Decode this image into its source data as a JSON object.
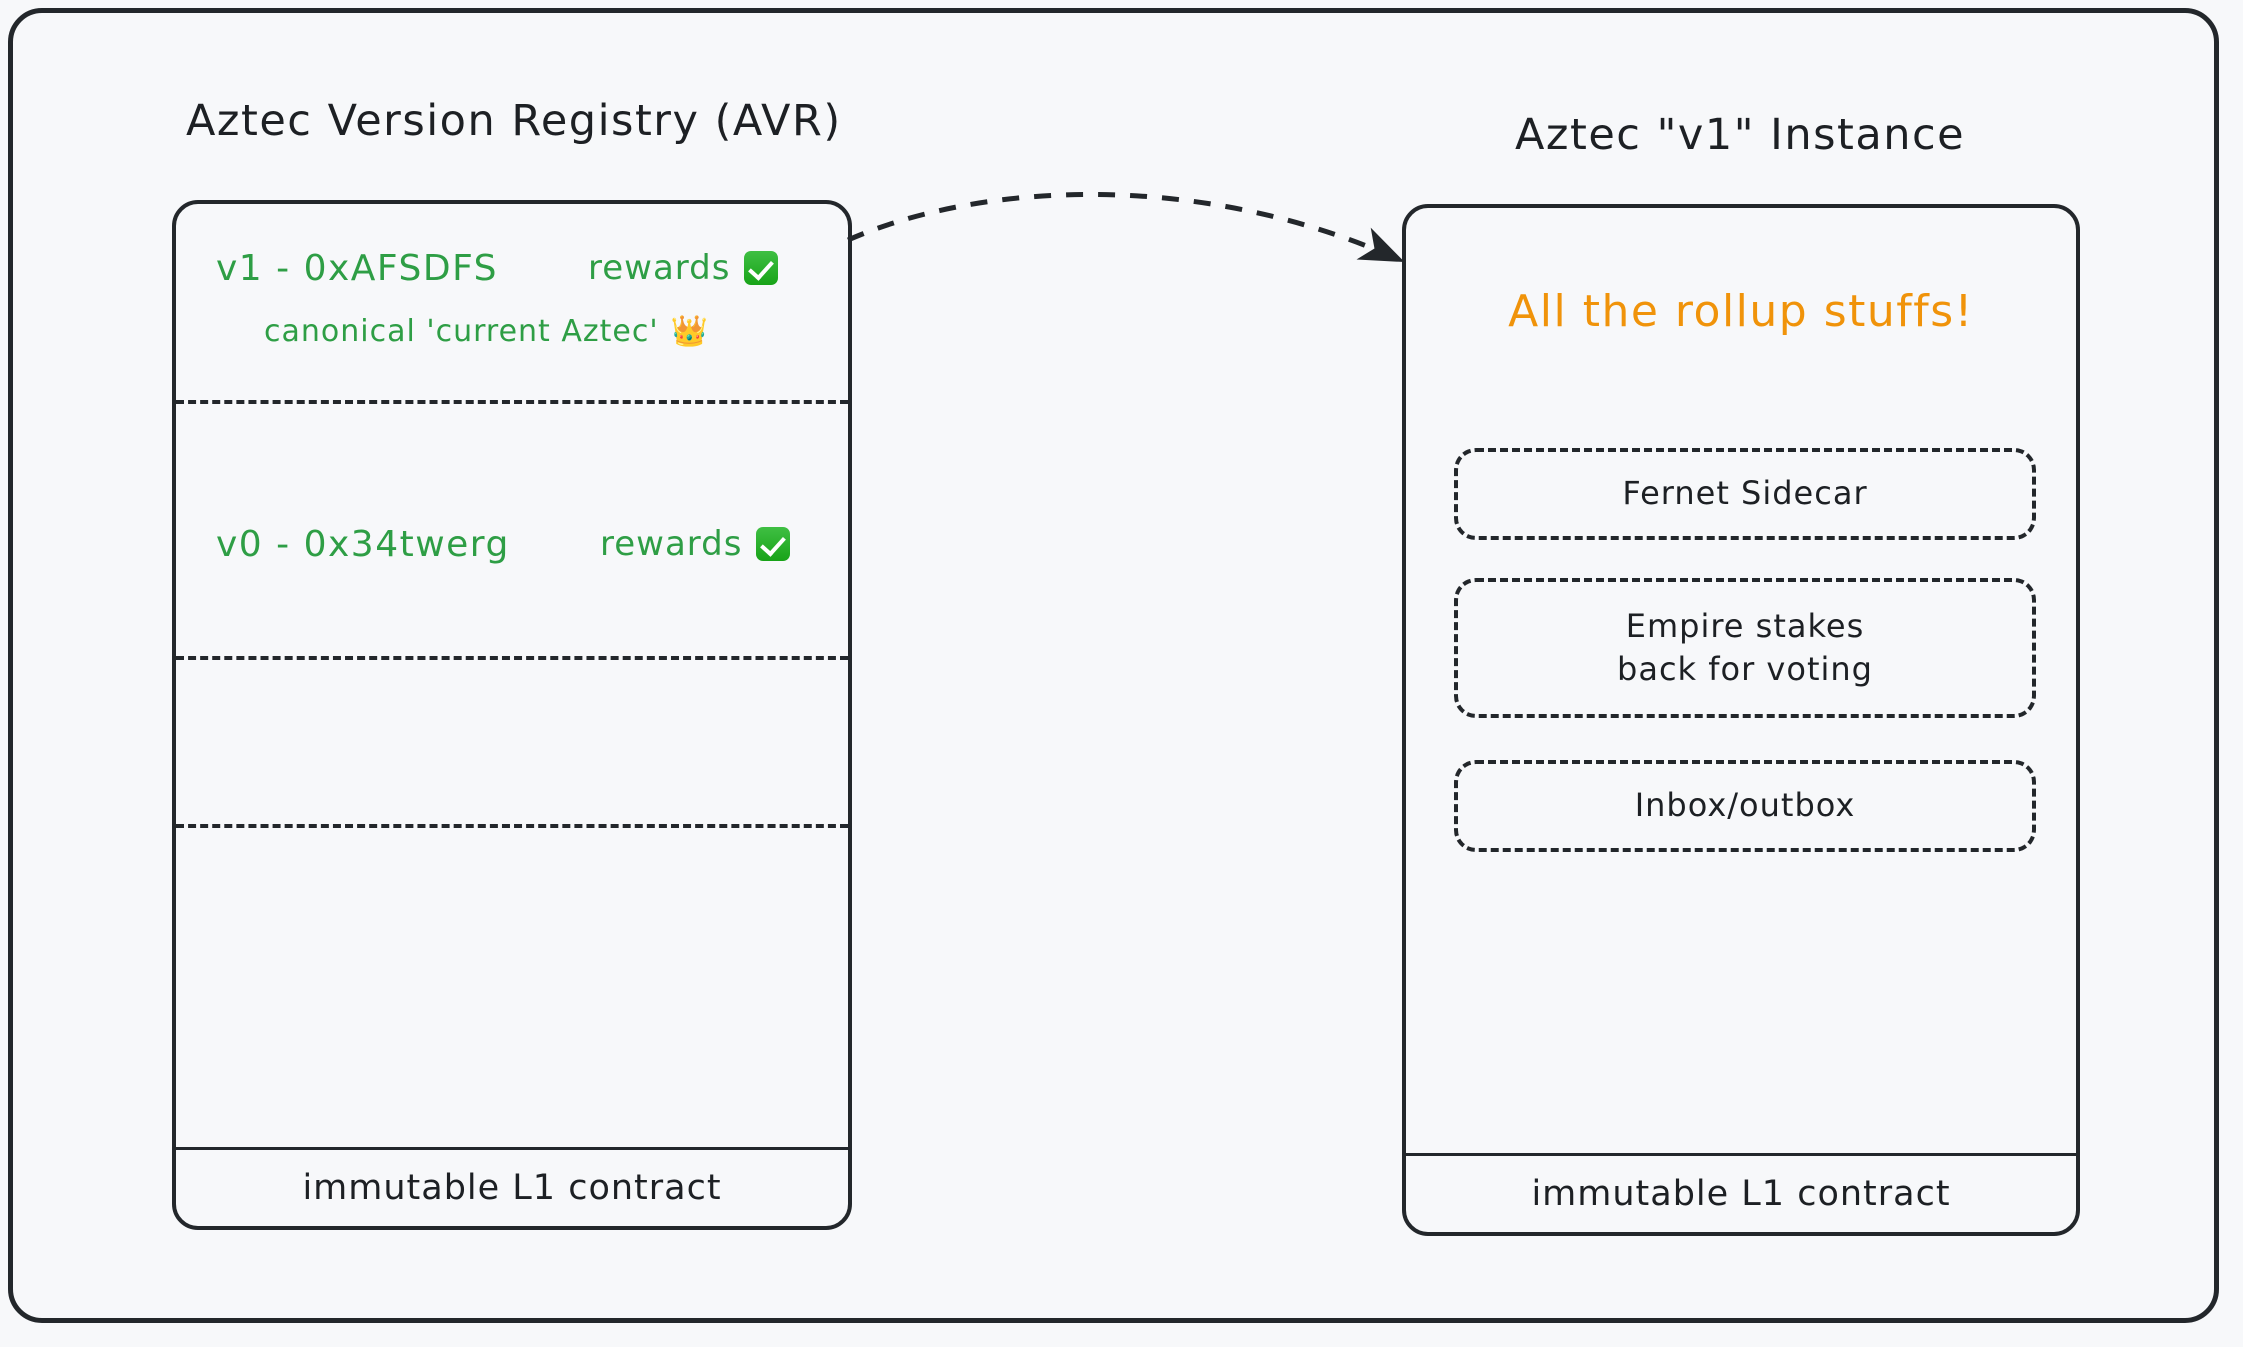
{
  "diagram": {
    "title_left": "Aztec Version Registry (AVR)",
    "title_right": "Aztec \"v1\" Instance",
    "accent_green": "#2E9E45",
    "accent_orange": "#F0930A",
    "ink": "#23272B",
    "background": "#F7F8FA"
  },
  "avr_card": {
    "footer_label": "immutable L1 contract",
    "entries": [
      {
        "version_line": "v1 - 0xAFSDFS",
        "rewards_label": "rewards",
        "rewards_icon": "white-check-mark-icon",
        "rewards_enabled": true,
        "note": "canonical 'current Aztec'",
        "note_icon": "crown-icon",
        "note_glyph": "👑"
      },
      {
        "version_line": "v0 - 0x34twerg",
        "rewards_label": "rewards",
        "rewards_icon": "white-check-mark-icon",
        "rewards_enabled": true,
        "note": "",
        "note_icon": "",
        "note_glyph": ""
      },
      {
        "version_line": "",
        "rewards_label": "",
        "note": ""
      },
      {
        "version_line": "",
        "rewards_label": "",
        "note": ""
      }
    ]
  },
  "instance_card": {
    "headline": "All the rollup stuffs!",
    "footer_label": "immutable L1 contract",
    "components": [
      {
        "label": "Fernet Sidecar"
      },
      {
        "label": "Empire stakes\nback for voting"
      },
      {
        "label": "Inbox/outbox"
      }
    ]
  },
  "connector": {
    "name": "avr-to-instance-arrow",
    "style": "dashed-curved-arrow",
    "from": "Aztec Version Registry (AVR)",
    "to": "Aztec \"v1\" Instance"
  }
}
